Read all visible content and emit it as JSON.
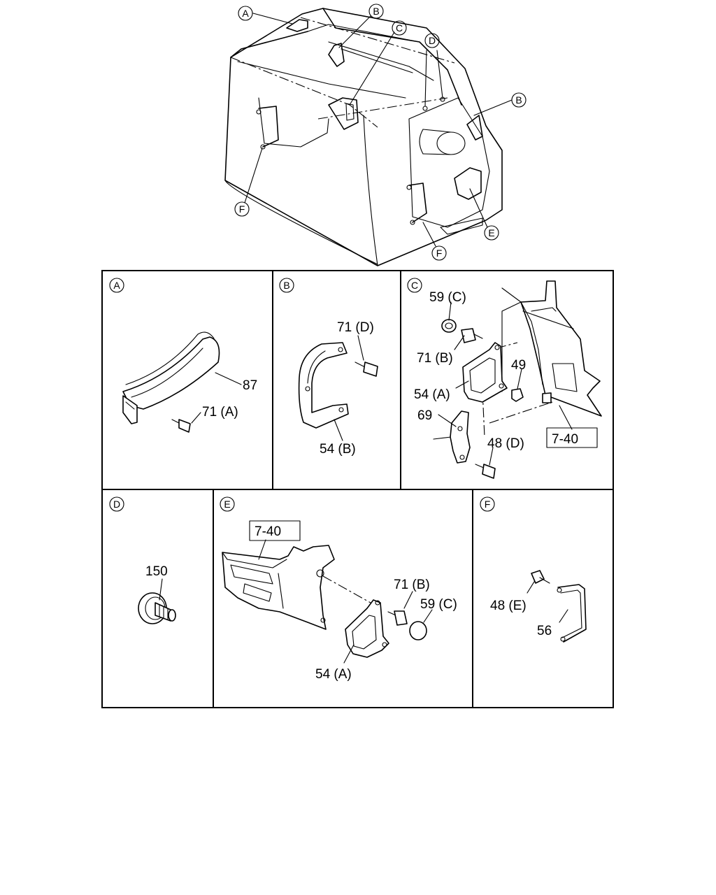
{
  "callouts_overview": {
    "a": "A",
    "b1": "B",
    "c": "C",
    "d": "D",
    "b2": "B",
    "e": "E",
    "f1": "F",
    "f2": "F"
  },
  "panels": {
    "a": {
      "letter": "A",
      "part_87": "87",
      "part_71a": "71 (A)"
    },
    "b": {
      "letter": "B",
      "part_71d": "71 (D)",
      "part_54b": "54 (B)"
    },
    "c": {
      "letter": "C",
      "part_59c": "59 (C)",
      "part_71b": "71 (B)",
      "part_54a": "54 (A)",
      "part_49": "49",
      "part_69": "69",
      "part_48d": "48 (D)",
      "ref_740": "7-40"
    },
    "d": {
      "letter": "D",
      "part_150": "150"
    },
    "e": {
      "letter": "E",
      "ref_740": "7-40",
      "part_71b": "71 (B)",
      "part_59c": "59 (C)",
      "part_54a": "54 (A)"
    },
    "f": {
      "letter": "F",
      "part_48e": "48 (E)",
      "part_56": "56"
    }
  }
}
